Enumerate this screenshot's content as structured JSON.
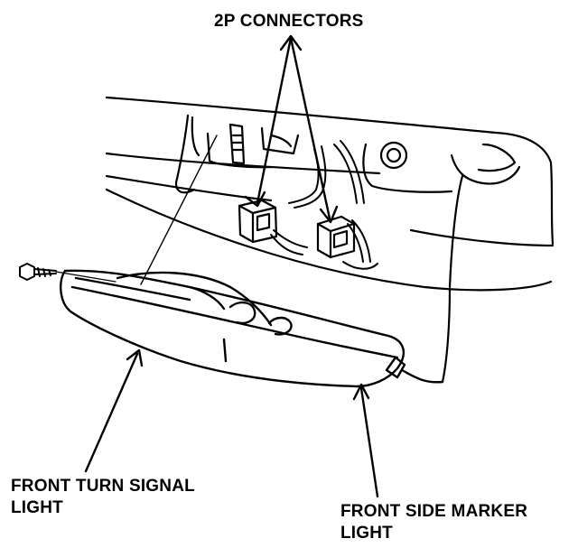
{
  "labels": {
    "connectors": "2P CONNECTORS",
    "turn_signal_line1": "FRONT TURN SIGNAL",
    "turn_signal_line2": "LIGHT",
    "side_marker_line1": "FRONT SIDE MARKER",
    "side_marker_line2": "LIGHT"
  },
  "colors": {
    "ink": "#000000",
    "paper": "#ffffff"
  }
}
